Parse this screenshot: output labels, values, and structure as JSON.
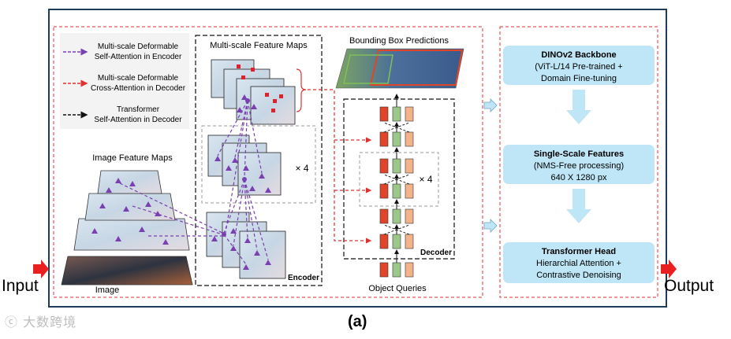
{
  "io": {
    "input_label": "Input",
    "output_label": "Output"
  },
  "figure_label": "(a)",
  "watermark": "大数跨境",
  "legend": {
    "items": [
      {
        "line1": "Multi-scale Deformable",
        "line2": "Self-Attention in Encoder",
        "color": "#7a3fb0"
      },
      {
        "line1": "Multi-scale Deformable",
        "line2": "Cross-Attention in Decoder",
        "color": "#e03030"
      },
      {
        "line1": "Transformer",
        "line2": "Self-Attention in Decoder",
        "color": "#111111"
      }
    ]
  },
  "diagram": {
    "image_feature_maps": "Image Feature Maps",
    "image_caption": "Image",
    "multiscale_feature_maps": "Multi-scale Feature Maps",
    "encoder_label": "Encoder",
    "encoder_repeat": "× 4",
    "bbox_predictions": "Bounding Box Predictions",
    "decoder_label": "Decoder",
    "decoder_repeat": "× 4",
    "object_queries": "Object Queries"
  },
  "pipeline": {
    "box_color": "#bfe6f6",
    "arrow_color": "#bfe6f6",
    "boxes": [
      {
        "title": "DINOv2 Backbone",
        "line1": "(ViT-L/14 Pre-trained +",
        "line2": "Domain Fine-tuning"
      },
      {
        "title": "Single-Scale Features",
        "line1": "(NMS-Free processing)",
        "line2": "640 X 1280 px"
      },
      {
        "title": "Transformer Head",
        "line1": "Hierarchial Attention +",
        "line2": "Contrastive Denoising"
      }
    ]
  },
  "colors": {
    "frame": "#1f3b5a",
    "dashed_red": "#e03030",
    "query_red": "#e0452a",
    "query_green": "#9bc88a",
    "query_orange": "#f2b38a",
    "marker_purple": "#7a3fb0",
    "marker_red": "#e0202a"
  }
}
